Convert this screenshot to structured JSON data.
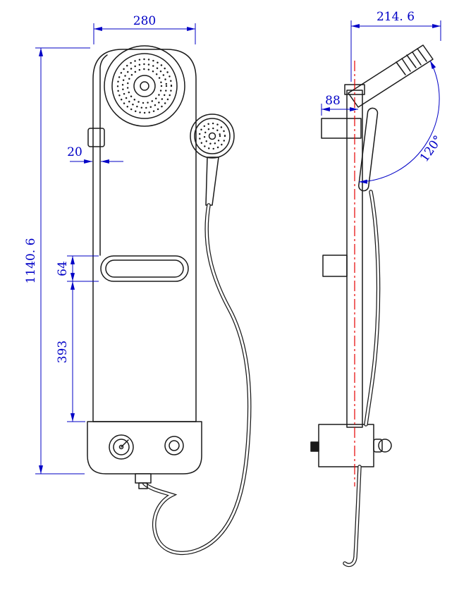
{
  "drawing": {
    "colors": {
      "background": "#ffffff",
      "outline": "#1a1a1a",
      "dimension": "#0000c6",
      "centerline": "#e60000"
    },
    "dimensions": {
      "front_width": "280",
      "overall_height": "1140. 6",
      "rail_inset": "20",
      "shelf_height": "64",
      "lower_section": "393",
      "side_depth": "214. 6",
      "bracket_depth": "88",
      "head_angle": "120°"
    }
  }
}
